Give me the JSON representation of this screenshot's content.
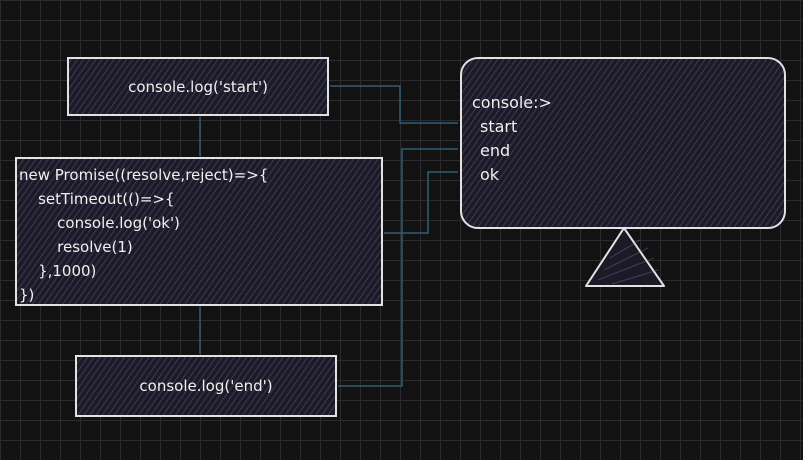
{
  "boxes": {
    "start": {
      "text": "console.log('start')"
    },
    "promise": {
      "lines": [
        "new Promise((resolve,reject)=>{",
        "    setTimeout(()=>{",
        "        console.log('ok')",
        "        resolve(1)",
        "    },1000)",
        "})"
      ]
    },
    "end": {
      "text": "console.log('end')"
    }
  },
  "console": {
    "header": "console:>",
    "output": [
      "start",
      "end",
      "ok"
    ]
  },
  "colors": {
    "background": "#121212",
    "grid": "#2a2a2f",
    "box_fill": "#1b1a26",
    "box_border": "#e2e2e2",
    "connector": "#2f5d73"
  }
}
